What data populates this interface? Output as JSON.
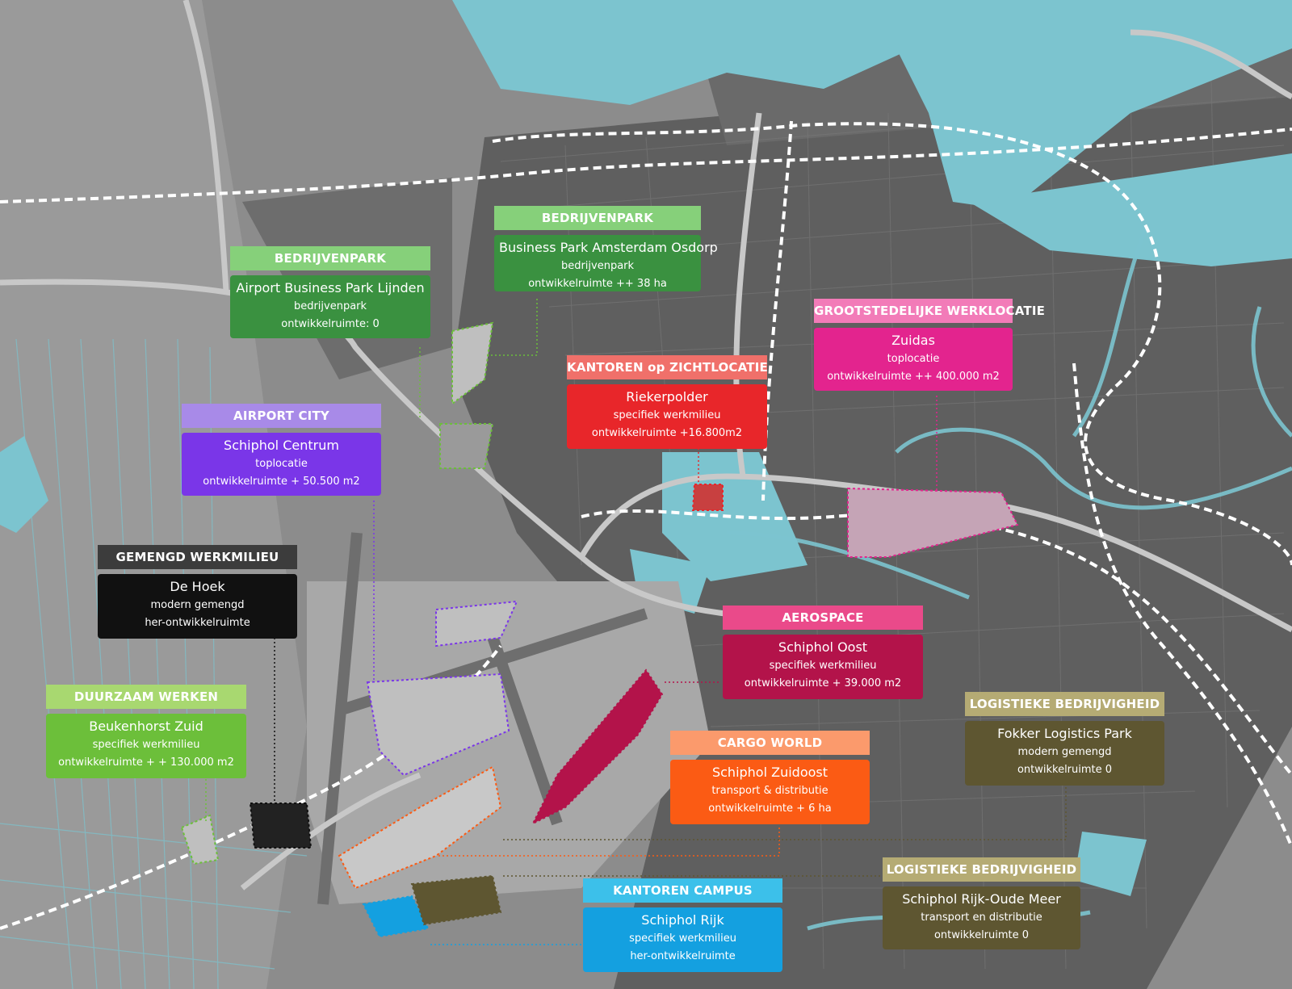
{
  "labels": [
    {
      "id": "bp-lijnden",
      "category": "BEDRIJVENPARK",
      "title": "Airport Business Park Lijnden",
      "line1": "bedrijvenpark",
      "line2": "ontwikkelruimte: 0",
      "header_color": "#86d07a",
      "box_color": "#3a9140"
    },
    {
      "id": "bp-osdorp",
      "category": "BEDRIJVENPARK",
      "title": "Business Park Amsterdam Osdorp",
      "line1": "bedrijvenpark",
      "line2": "ontwikkelruimte  ++ 38 ha",
      "header_color": "#86d07a",
      "box_color": "#3a9140"
    },
    {
      "id": "zuidas",
      "category": "GROOTSTEDELIJKE WERKLOCATIE",
      "title": "Zuidas",
      "line1": "toplocatie",
      "line2": "ontwikkelruimte  ++ 400.000 m2",
      "header_color": "#f27bb8",
      "box_color": "#e3248e"
    },
    {
      "id": "riekerpolder",
      "category": "KANTOREN op ZICHTLOCATIE",
      "title": "Riekerpolder",
      "line1": "specifiek werkmilieu",
      "line2": "ontwikkelruimte +16.800m2",
      "header_color": "#f0706a",
      "box_color": "#e8262a"
    },
    {
      "id": "schiphol-centrum",
      "category": "AIRPORT CITY",
      "title": "Schiphol Centrum",
      "line1": "toplocatie",
      "line2": "ontwikkelruimte + 50.500 m2",
      "header_color": "#a88ae8",
      "box_color": "#7a36e8"
    },
    {
      "id": "de-hoek",
      "category": "GEMENGD WERKMILIEU",
      "title": "De Hoek",
      "line1": "modern gemengd",
      "line2": "her-ontwikkelruimte",
      "header_color": "#3c3c3c",
      "box_color": "#111111"
    },
    {
      "id": "schiphol-oost",
      "category": "AEROSPACE",
      "title": "Schiphol Oost",
      "line1": "specifiek werkmilieu",
      "line2": "ontwikkelruimte + 39.000 m2",
      "header_color": "#ea4a8a",
      "box_color": "#b3134a"
    },
    {
      "id": "beukenhorst",
      "category": "DUURZAAM WERKEN",
      "title": "Beukenhorst Zuid",
      "line1": "specifiek werkmilieu",
      "line2": "ontwikkelruimte + + 130.000 m2",
      "header_color": "#a8d870",
      "box_color": "#6cbf3a"
    },
    {
      "id": "fokker",
      "category": "LOGISTIEKE BEDRIJVIGHEID",
      "title": "Fokker Logistics Park",
      "line1": "modern gemengd",
      "line2": "ontwikkelruimte 0",
      "header_color": "#b5ab74",
      "box_color": "#5e5631"
    },
    {
      "id": "cargo-world",
      "category": "CARGO WORLD",
      "title": "Schiphol Zuidoost",
      "line1": "transport & distributie",
      "line2": "ontwikkelruimte + 6 ha",
      "header_color": "#fb9a6c",
      "box_color": "#fb5b14"
    },
    {
      "id": "rijk-oude-meer",
      "category": "LOGISTIEKE BEDRIJVIGHEID",
      "title": "Schiphol Rijk-Oude Meer",
      "line1": "transport en distributie",
      "line2": "ontwikkelruimte 0",
      "header_color": "#b5ab74",
      "box_color": "#5e5631"
    },
    {
      "id": "schiphol-rijk",
      "category": "KANTOREN CAMPUS",
      "title": "Schiphol Rijk",
      "line1": "specifiek werkmilieu",
      "line2": "her-ontwikkelruimte",
      "header_color": "#3cc0ea",
      "box_color": "#14a0e0"
    }
  ],
  "colors": {
    "land": "#8c8c8c",
    "urban": "#5e5e5e",
    "water": "#7cc4cf",
    "rail": "#ffffff",
    "road": "#c8c8c8"
  }
}
